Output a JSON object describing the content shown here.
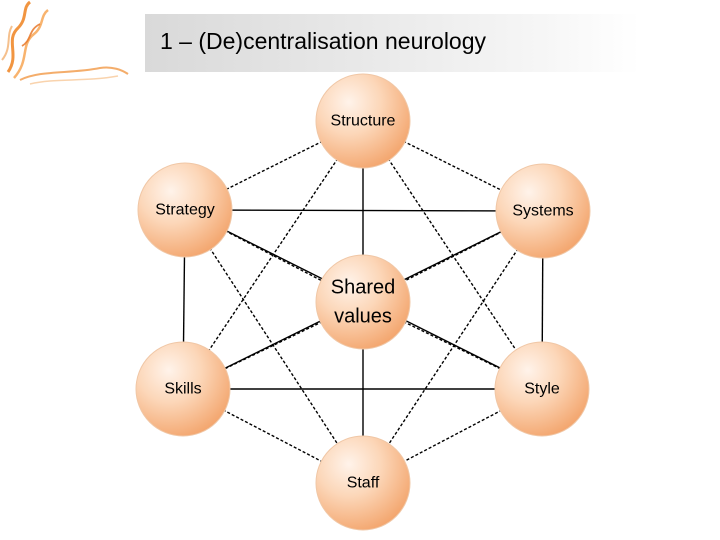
{
  "title": "1 – (De)centralisation neurology",
  "colors": {
    "node_fill_light": "#fde6d3",
    "node_fill_dark": "#f5ac78",
    "node_stroke": "#f0c7a6",
    "connector": "#000000",
    "title_bar": "#dedede",
    "logo_accent": "#f08a2c"
  },
  "nodes": [
    {
      "id": "structure",
      "label": "Structure"
    },
    {
      "id": "strategy",
      "label": "Strategy"
    },
    {
      "id": "systems",
      "label": "Systems"
    },
    {
      "id": "shared",
      "label_lines": [
        "Shared",
        "values"
      ]
    },
    {
      "id": "skills",
      "label": "Skills"
    },
    {
      "id": "style",
      "label": "Style"
    },
    {
      "id": "staff",
      "label": "Staff"
    }
  ],
  "edges": [
    [
      "structure",
      "strategy"
    ],
    [
      "structure",
      "systems"
    ],
    [
      "structure",
      "shared"
    ],
    [
      "structure",
      "skills"
    ],
    [
      "structure",
      "style"
    ],
    [
      "strategy",
      "systems"
    ],
    [
      "strategy",
      "shared"
    ],
    [
      "strategy",
      "skills"
    ],
    [
      "strategy",
      "style"
    ],
    [
      "strategy",
      "staff"
    ],
    [
      "systems",
      "shared"
    ],
    [
      "systems",
      "skills"
    ],
    [
      "systems",
      "style"
    ],
    [
      "systems",
      "staff"
    ],
    [
      "shared",
      "skills"
    ],
    [
      "shared",
      "style"
    ],
    [
      "shared",
      "staff"
    ],
    [
      "skills",
      "style"
    ],
    [
      "skills",
      "staff"
    ],
    [
      "style",
      "staff"
    ]
  ]
}
